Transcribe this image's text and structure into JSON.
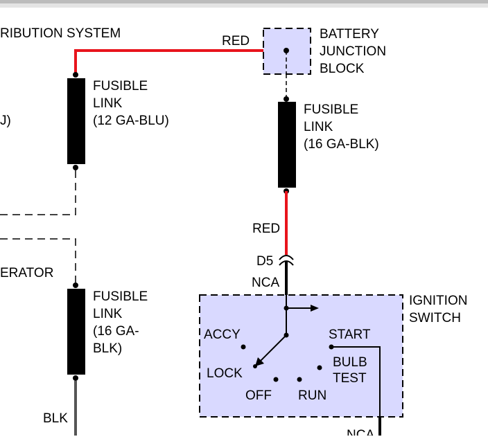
{
  "colors": {
    "wire_red": "#e8141c",
    "wire_black": "#000000",
    "wire_gray": "#555555",
    "component_fill": "#d9d9ff",
    "fuse_body": "#000000",
    "dashed": "#000000",
    "top_band": "#bcbcbc"
  },
  "titles": {
    "left_top": "RIBUTION SYSTEM",
    "left_mid": "ERATOR",
    "left_partial": "J)"
  },
  "battery_junction_block": {
    "label_lines": [
      "BATTERY",
      "JUNCTION",
      "BLOCK"
    ]
  },
  "fusible_links": [
    {
      "id": "fl-1",
      "label_lines": [
        "FUSIBLE",
        "LINK",
        "(12 GA-BLU)"
      ]
    },
    {
      "id": "fl-2",
      "label_lines": [
        "FUSIBLE",
        "LINK",
        "(16 GA-BLK)"
      ]
    },
    {
      "id": "fl-3",
      "label_lines": [
        "FUSIBLE",
        "LINK",
        "(16 GA-",
        "BLK)"
      ]
    }
  ],
  "wire_labels": {
    "red_top": "RED",
    "red_mid": "RED",
    "connector": "D5",
    "nca_upper": "NCA",
    "blk_bottom": "BLK",
    "nca_bottom": "NCA"
  },
  "ignition_switch": {
    "label_lines": [
      "IGNITION",
      "SWITCH"
    ],
    "positions": {
      "accy": "ACCY",
      "lock": "LOCK",
      "off": "OFF",
      "run": "RUN",
      "start": "START",
      "bulb_test_lines": [
        "BULB",
        "TEST"
      ]
    }
  }
}
